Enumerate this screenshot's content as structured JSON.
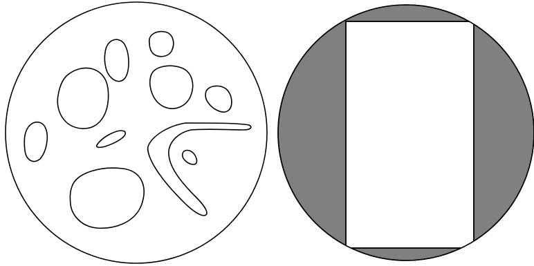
{
  "figure": {
    "panels": [
      {
        "name": "left-disk",
        "mode": "outline"
      },
      {
        "name": "right-disk",
        "mode": "clipped"
      }
    ],
    "colors": {
      "stroke": "#000000",
      "background": "#ffffff",
      "shade": "#808080"
    }
  }
}
